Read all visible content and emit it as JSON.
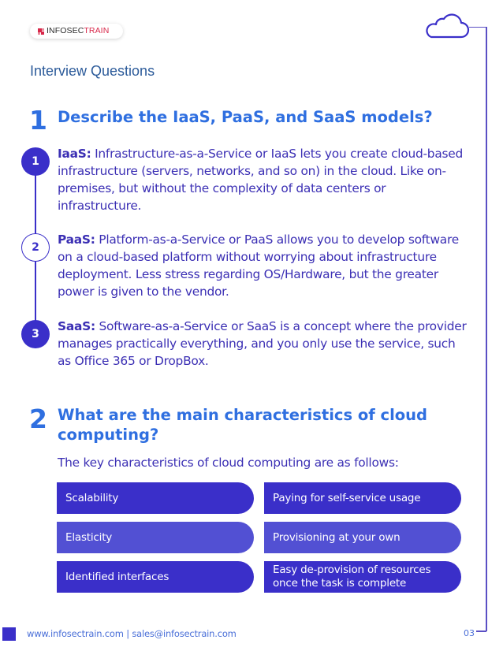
{
  "header": {
    "logo": {
      "text_dark": "INFOSEC",
      "text_red": "TRAIN"
    },
    "page_heading": "Interview Questions"
  },
  "colors": {
    "primary_purple": "#3a2fc9",
    "light_purple": "#5250d3",
    "heading_blue": "#2f6fe0",
    "body_text": "#3b2fb4",
    "logo_red": "#d8284a",
    "footer_link": "#4a6fd8"
  },
  "icons": {
    "cloud": "cloud-icon",
    "logo_mark": "infosectrain-logo-icon"
  },
  "questions": [
    {
      "number": "1",
      "title": "Describe the IaaS, PaaS, and SaaS models?",
      "steps": [
        {
          "index": "1",
          "term": "IaaS:",
          "text": " Infrastructure-as-a-Service or IaaS lets you create cloud-based infrastructure (servers, networks, and so on) in the cloud. Like on-premises, but without the complexity of data centers or infrastructure."
        },
        {
          "index": "2",
          "term": "PaaS:",
          "text": " Platform-as-a-Service or PaaS allows you to develop software on a cloud-based platform without worrying about infrastructure deployment. Less stress regarding OS/Hardware, but the greater power is given to the vendor."
        },
        {
          "index": "3",
          "term": "SaaS:",
          "text": " Software-as-a-Service or SaaS is a concept where the provider manages practically everything, and you only use the service, such as Office 365 or DropBox."
        }
      ]
    },
    {
      "number": "2",
      "title": "What are the main characteristics of cloud computing?",
      "intro": "The key characteristics of cloud computing are as follows:",
      "characteristics": [
        "Scalability",
        "Paying for self-service usage",
        "Elasticity",
        "Provisioning at your own",
        "Identified interfaces",
        "Easy de-provision of resources once the task is complete"
      ]
    }
  ],
  "footer": {
    "contact": "www.infosectrain.com | sales@infosectrain.com",
    "page_number": "03"
  }
}
